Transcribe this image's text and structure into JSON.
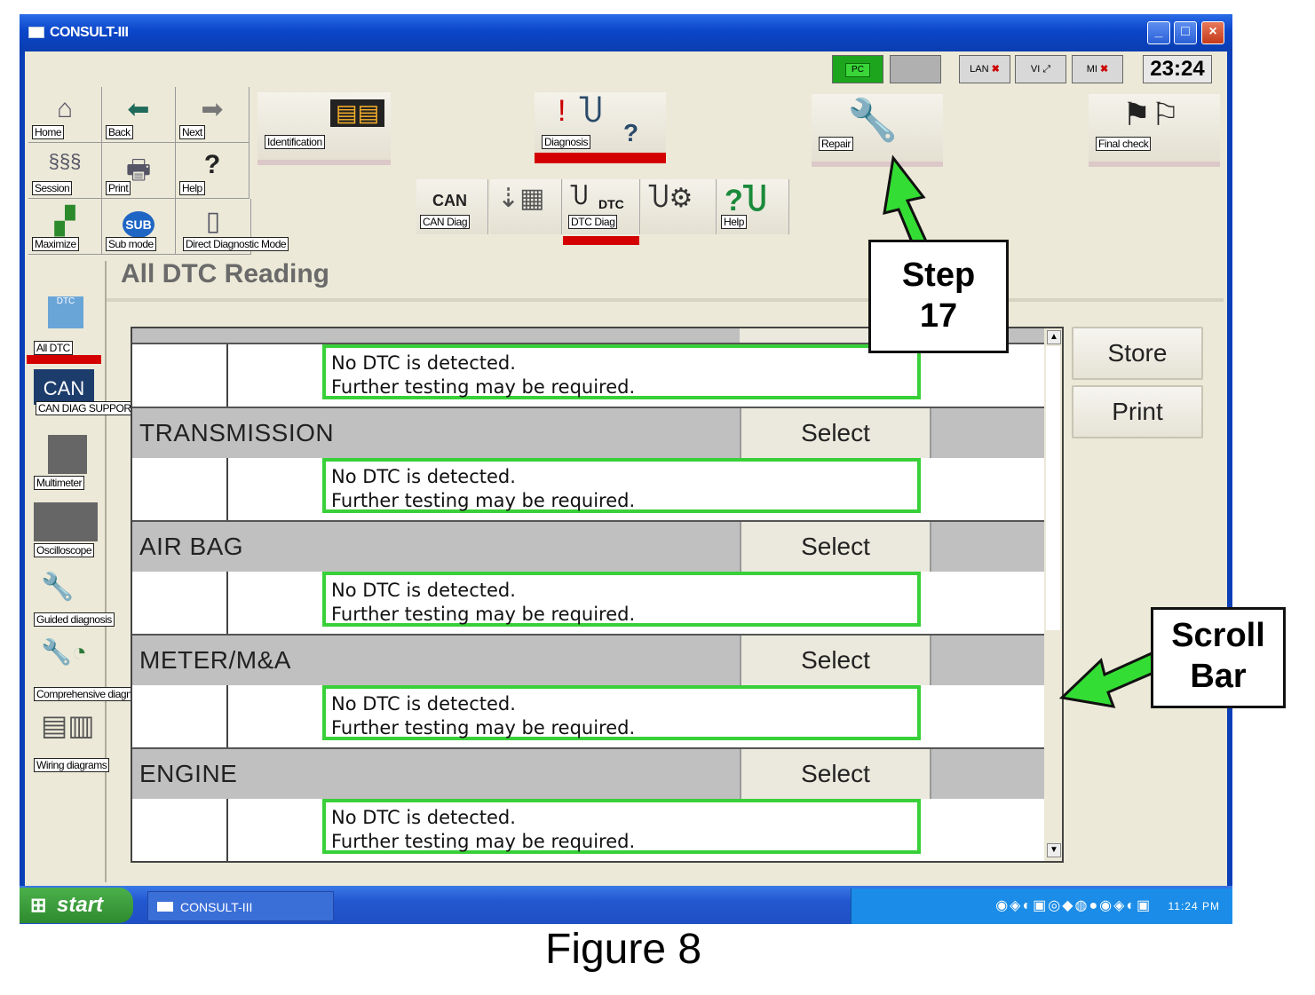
{
  "window": {
    "title": "CONSULT-III",
    "min": "_",
    "max": "□",
    "close": "×"
  },
  "status": {
    "pc": "PC",
    "lan": "LAN",
    "vi": "VI",
    "mi": "MI",
    "clock": "23:24"
  },
  "toolbar": {
    "home": "Home",
    "back": "Back",
    "next": "Next",
    "session": "Session",
    "print": "Print",
    "help": "Help",
    "maximize": "Maximize",
    "sub_mode": "Sub mode",
    "direct_mode": "Direct Diagnostic Mode",
    "sub_badge": "SUB"
  },
  "main_icons": {
    "identification": "Identification",
    "diagnosis": "Diagnosis",
    "repair": "Repair",
    "final_check": "Final check"
  },
  "sub_icons": {
    "can_diag": "CAN Diag",
    "can_badge": "CAN",
    "dtc_diag": "DTC Diag",
    "dtc_badge": "DTC",
    "help": "Help"
  },
  "side": {
    "all_dtc": "All DTC",
    "dtc_badge": "DTC",
    "can_support": "CAN DIAG SUPPORT MNTR",
    "can_badge": "CAN",
    "multimeter": "Multimeter",
    "oscilloscope": "Oscilloscope",
    "guided": "Guided diagnosis",
    "comprehensive": "Comprehensive diagnosis",
    "wiring": "Wiring diagrams"
  },
  "page_title": "All DTC Reading",
  "table": {
    "select_label": "Select",
    "msg_line1": "No DTC is detected.",
    "msg_line2": "Further testing may be required.",
    "systems": [
      "TRANSMISSION",
      "AIR BAG",
      "METER/M&A",
      "ENGINE"
    ]
  },
  "buttons": {
    "store": "Store",
    "print": "Print"
  },
  "taskbar": {
    "start": "start",
    "item": "CONSULT-III",
    "time": "11:24 PM"
  },
  "annotations": {
    "step_line1": "Step",
    "step_line2": "17",
    "scroll_line1": "Scroll",
    "scroll_line2": "Bar",
    "caption": "Figure 8"
  },
  "colors": {
    "highlight_green": "#38d038",
    "selected_red": "#d40000",
    "title_blue": "#0b46c9"
  }
}
